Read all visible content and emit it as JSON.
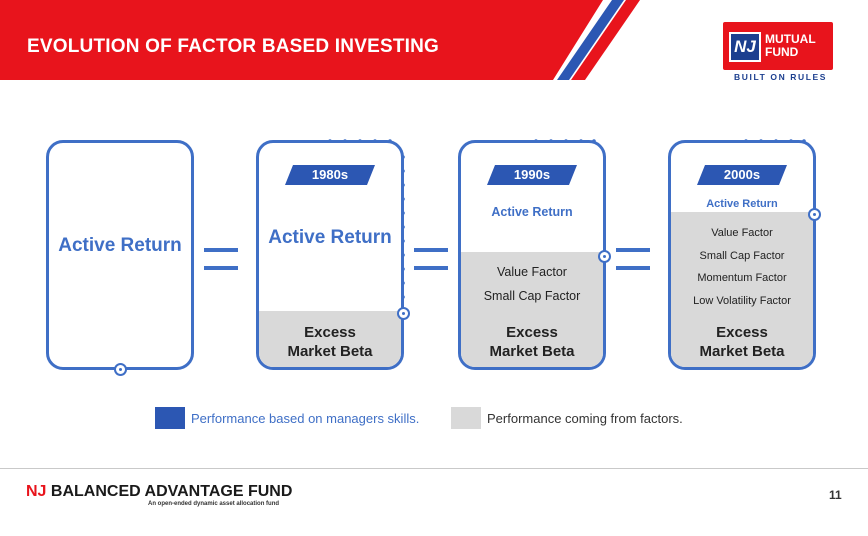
{
  "header": {
    "title": "EVOLUTION OF FACTOR BASED INVESTING",
    "logo": {
      "mark": "NJ",
      "name_line1": "MUTUAL",
      "name_line2": "FUND",
      "tagline": "BUILT ON RULES"
    }
  },
  "columns": [
    {
      "era": "",
      "active_return": "Active Return",
      "factors": [],
      "excess_line1": "",
      "excess_line2": ""
    },
    {
      "era": "1980s",
      "active_return": "Active Return",
      "factors": [],
      "excess_line1": "Excess",
      "excess_line2": "Market Beta"
    },
    {
      "era": "1990s",
      "active_return": "Active Return",
      "factors": [
        "Value Factor",
        "Small Cap Factor"
      ],
      "excess_line1": "Excess",
      "excess_line2": "Market Beta"
    },
    {
      "era": "2000s",
      "active_return": "Active Return",
      "factors": [
        "Value Factor",
        "Small Cap Factor",
        "Momentum Factor",
        "Low Volatility Factor"
      ],
      "excess_line1": "Excess",
      "excess_line2": "Market Beta"
    }
  ],
  "legend": [
    {
      "label": "Performance based on managers skills.",
      "color": "#2c57b3"
    },
    {
      "label": "Performance coming from factors.",
      "color": "#d9d9d9"
    }
  ],
  "footer": {
    "brand_prefix": "NJ",
    "brand_rest": "BALANCED ADVANTAGE FUND",
    "brand_tagline": "An open-ended dynamic asset allocation fund",
    "page_number": "11"
  },
  "colors": {
    "accent_red": "#e8141c",
    "accent_blue": "#3f6fc6",
    "dark_blue": "#2c57b3",
    "factor_grey": "#d9d9d9"
  }
}
